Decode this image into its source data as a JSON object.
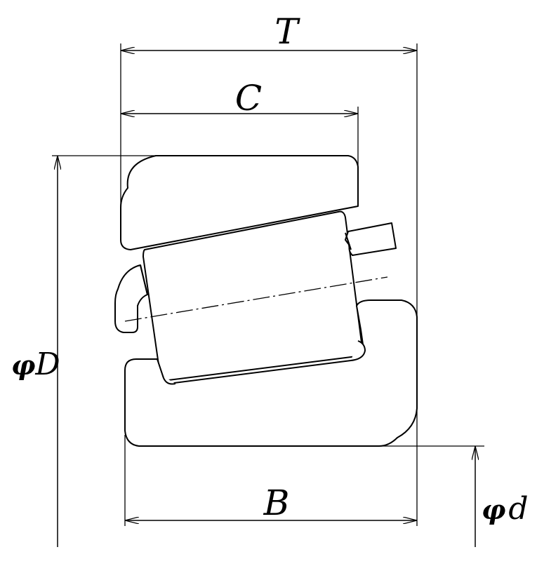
{
  "dimensions": {
    "T": "T",
    "C": "C",
    "B": "B",
    "D_symbol": "φ",
    "D_letter": "D",
    "d_symbol": "φ",
    "d_letter": "d"
  }
}
